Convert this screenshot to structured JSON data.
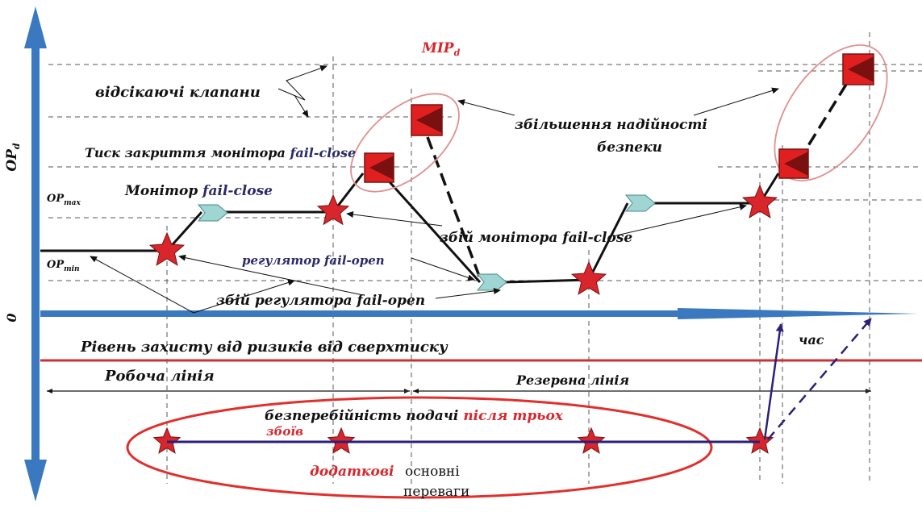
{
  "diagram": {
    "axes": {
      "y_label": "OP",
      "y_label_sub": "d",
      "zero_label": "0",
      "op_max": "OP",
      "op_max_sub": "max",
      "op_min": "OP",
      "op_min_sub": "min",
      "time_label": "час"
    },
    "labels": {
      "mip_main": "MIP",
      "mip_sub": "d",
      "shutoff_valves": "відсікаючі клапани",
      "monitor_close_pressure_1": "Тиск закриття монітора",
      "monitor_close_pressure_2": "fail-close",
      "reliability_1": "збільшення надійності",
      "reliability_2": "безпеки",
      "monitor_1": "Монітор",
      "monitor_2": "fail-close",
      "monitor_failure_1": "збій монітора",
      "monitor_failure_2": "fail-close",
      "regulator_1": "регулятор",
      "regulator_2": "fail-open",
      "regulator_failure_1": "збій регулятора",
      "regulator_failure_2": "fail-open",
      "protection_level": "Рівень захисту від ризиків від сверхтиску",
      "working_line": "Робоча лінія",
      "reserve_line": "Резервна лінія",
      "continuity_1": "безперебійність подачі",
      "continuity_2": "після трьох",
      "continuity_3": "збоїв",
      "additional": "додаткові",
      "main_advantages_1": "основні",
      "main_advantages_2": "переваги"
    },
    "colors": {
      "axis_blue": "#3a78c0",
      "star_red": "#d8262c",
      "square_red": "#e02020",
      "triangle_dark": "#7a1010",
      "chevron_teal": "#9fd6d3",
      "ellipse_red": "#e0302c",
      "protection_line": "#c83434",
      "bottom_line": "#2a1f7a",
      "text_red": "#d8262c"
    },
    "icons": [
      "star-icon",
      "chevron-icon",
      "square-triangle-icon"
    ]
  }
}
